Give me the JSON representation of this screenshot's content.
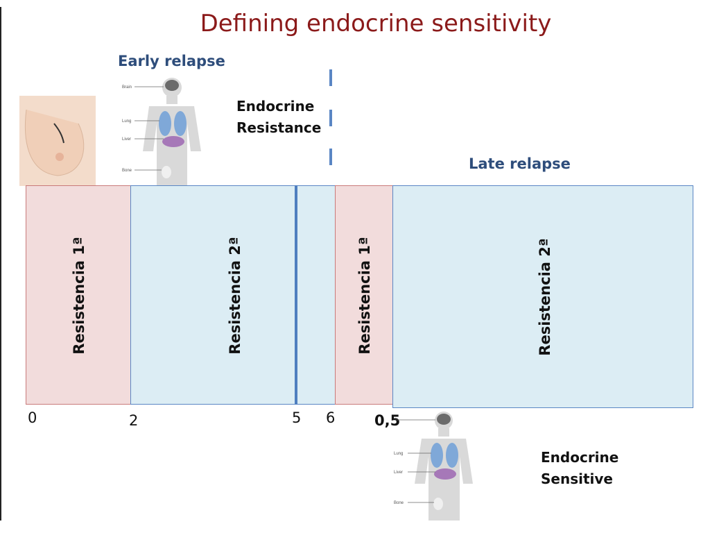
{
  "title": "Defining endocrine sensitivity",
  "early_relapse": "Early relapse",
  "late_relapse": "Late relapse",
  "endocrine_resistance": [
    "Endocrine",
    "Resistance"
  ],
  "endocrine_sensitive": [
    "Endocrine",
    "Sensitive"
  ],
  "segments": [
    {
      "label": "Resistencia 1ª",
      "color": "#f2dcdc"
    },
    {
      "label": "Resistencia 2ª",
      "color": "#dcedf4"
    },
    {
      "label": "Resistencia 1ª",
      "color": "#f2dcdc"
    },
    {
      "label": "Resistencia 2ª",
      "color": "#dcedf4"
    }
  ],
  "ticks": [
    "0",
    "2",
    "5",
    "6",
    "0,5"
  ],
  "body_organs": [
    "Brain",
    "Lung",
    "Liver",
    "Bone"
  ],
  "icons": [
    "breast-illustration",
    "body-metastasis-figure"
  ]
}
